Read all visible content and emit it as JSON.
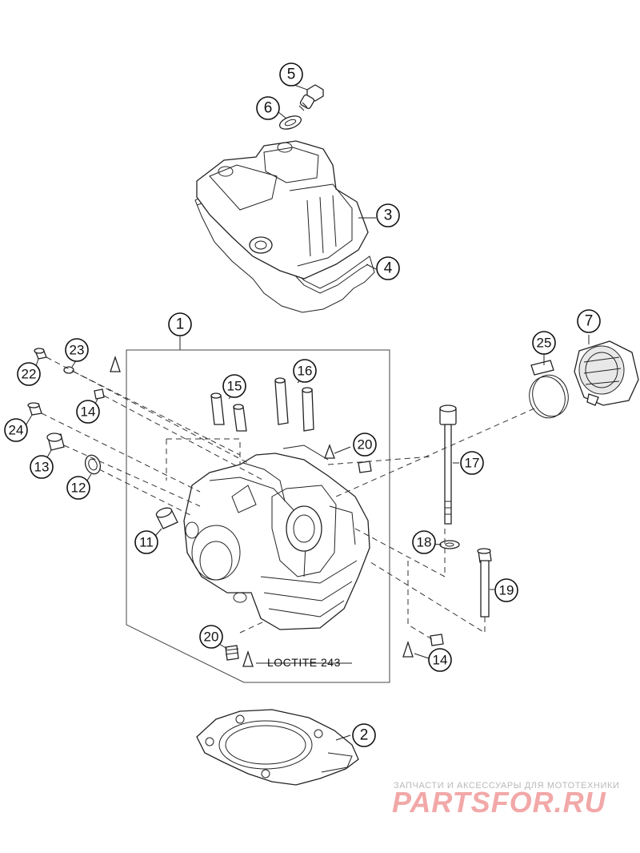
{
  "callouts": [
    "1",
    "2",
    "3",
    "4",
    "5",
    "6",
    "7",
    "11",
    "12",
    "13",
    "14",
    "14",
    "15",
    "16",
    "17",
    "18",
    "19",
    "20",
    "20",
    "22",
    "23",
    "24",
    "25"
  ],
  "note": "LOCTITE 243",
  "watermark": {
    "tagline": "ЗАПЧАСТИ И АКСЕССУАРЫ ДЛЯ МОТОТЕХНИКИ",
    "brand": "PARTSFOR.RU"
  }
}
